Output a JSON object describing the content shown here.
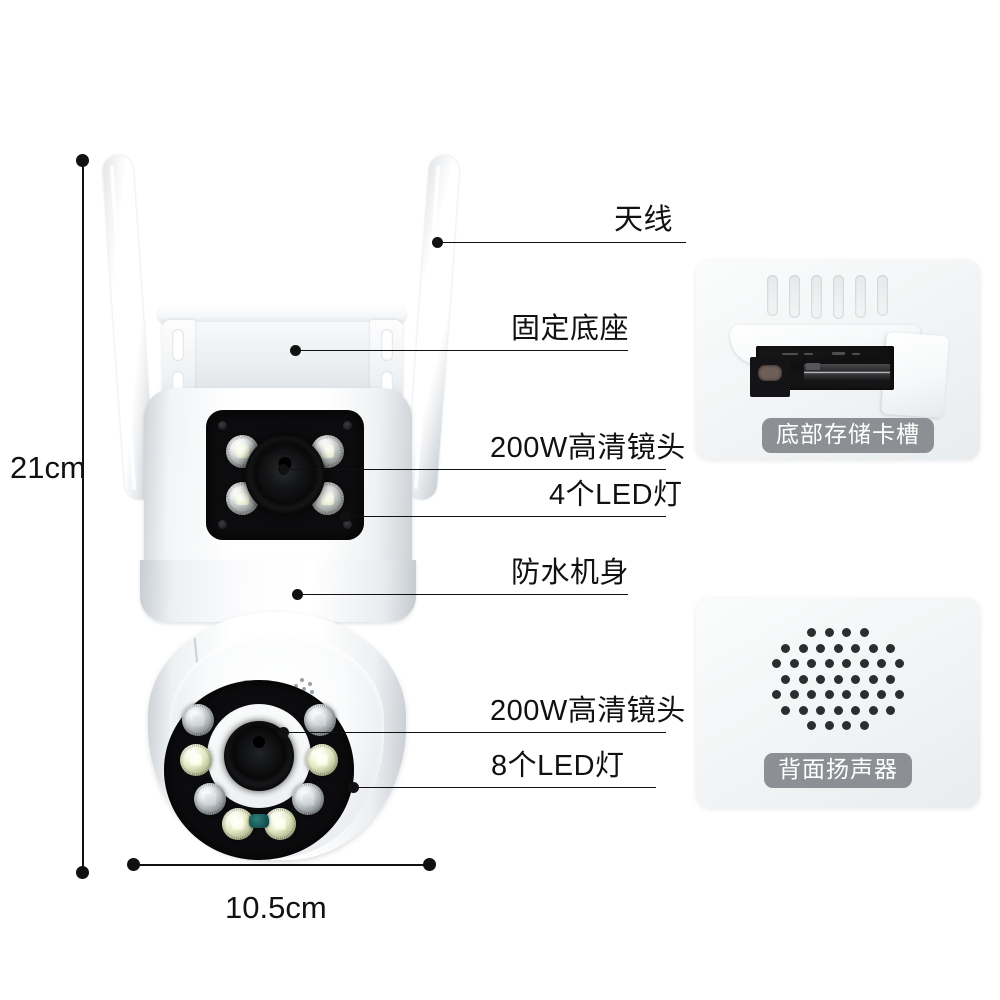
{
  "page": {
    "background_color": "#ffffff",
    "subject": "outdoor PTZ wifi security camera product specification diagram"
  },
  "dimensions": {
    "height_label": "21cm",
    "width_label": "10.5cm"
  },
  "callouts": [
    {
      "id": "antenna",
      "label": "天线",
      "target": "antenna-right"
    },
    {
      "id": "fixed-base",
      "label": "固定底座",
      "target": "mounting-bracket"
    },
    {
      "id": "upper-lens",
      "label": "200W高清镜头",
      "target": "upper-main-lens"
    },
    {
      "id": "upper-leds",
      "label": "4个LED灯",
      "target": "upper-led-array"
    },
    {
      "id": "waterproof-body",
      "label": "防水机身",
      "target": "camera-body"
    },
    {
      "id": "lower-lens",
      "label": "200W高清镜头",
      "target": "dome-main-lens"
    },
    {
      "id": "lower-leds",
      "label": "8个LED灯",
      "target": "dome-led-array"
    }
  ],
  "detail_panels": [
    {
      "id": "card-slot",
      "badge": "底部存储卡槽"
    },
    {
      "id": "speaker",
      "badge": "背面扬声器"
    }
  ],
  "colors": {
    "line": "#111111",
    "badge_background": "#8c9094",
    "badge_text": "#ffffff",
    "panel_background": "#f3f5f6",
    "lens_black": "#0d0d0f",
    "body_white": "#ffffff"
  }
}
